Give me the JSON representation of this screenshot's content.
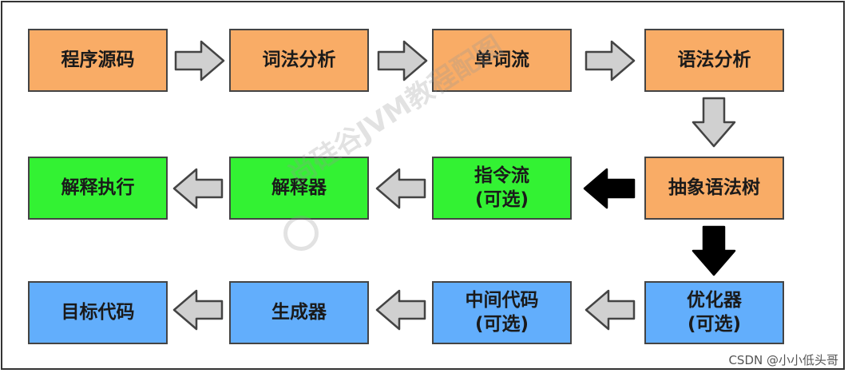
{
  "colors": {
    "orange": "#f9ac66",
    "green": "#33f233",
    "blue": "#62aefc",
    "arrow_gray": "#d0d0d0",
    "arrow_black": "#000000"
  },
  "nodes": {
    "source_code": {
      "line1": "程序源码",
      "line2": ""
    },
    "lexical_analysis": {
      "line1": "词法分析",
      "line2": ""
    },
    "token_stream": {
      "line1": "单词流",
      "line2": ""
    },
    "syntax_analysis": {
      "line1": "语法分析",
      "line2": ""
    },
    "ast": {
      "line1": "抽象语法树",
      "line2": ""
    },
    "instruction_stream": {
      "line1": "指令流",
      "line2": "(可选)"
    },
    "interpreter": {
      "line1": "解释器",
      "line2": ""
    },
    "interpret_exec": {
      "line1": "解释执行",
      "line2": ""
    },
    "optimizer": {
      "line1": "优化器",
      "line2": "(可选)"
    },
    "intermediate_code": {
      "line1": "中间代码",
      "line2": "(可选)"
    },
    "generator": {
      "line1": "生成器",
      "line2": ""
    },
    "target_code": {
      "line1": "目标代码",
      "line2": ""
    }
  },
  "watermark": {
    "text": "尚硅谷JVM教程配图"
  },
  "credit": "CSDN @小小低头哥"
}
